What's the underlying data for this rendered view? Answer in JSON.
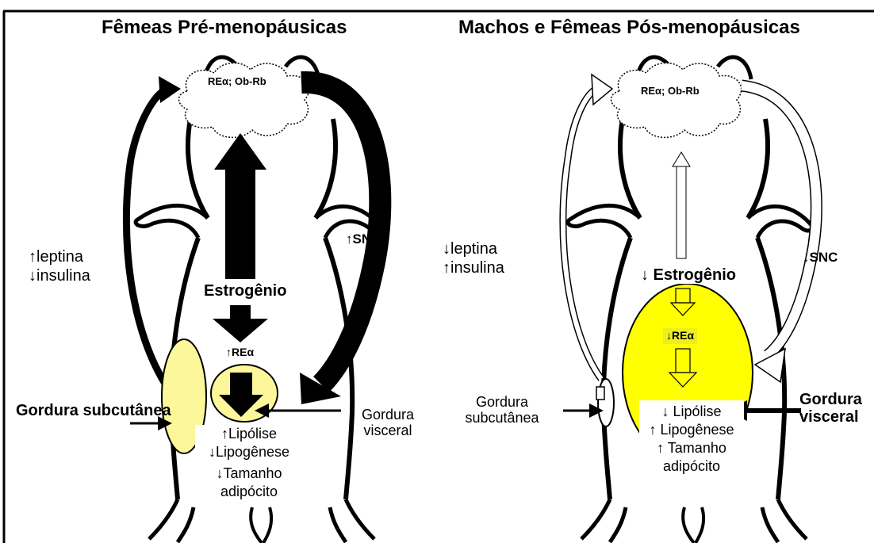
{
  "left_panel": {
    "title": "Fêmeas Pré-menopáusicas",
    "brain_label": "REα; Ob-Rb",
    "hormones": [
      "↑leptina",
      "↓insulina"
    ],
    "snc": "↑SNC",
    "estrogen": "Estrogênio",
    "receptor": "↑REα",
    "subcutaneous": "Gordura subcutânea",
    "visceral": "Gordura visceral",
    "effects": [
      "↑Lipólise",
      "↓Lipogênese",
      "↓Tamanho adipócito"
    ]
  },
  "right_panel": {
    "title": "Machos e Fêmeas Pós-menopáusicas",
    "brain_label": "REα; Ob-Rb",
    "hormones": [
      "↓leptina",
      "↑insulina"
    ],
    "snc": "↓SNC",
    "estrogen": "↓ Estrogênio",
    "receptor": "↓REα",
    "subcutaneous": "Gordura subcutânea",
    "visceral": "Gordura visceral",
    "effects": [
      "↓ Lipólise",
      "↑ Lipogênese",
      "↑ Tamanho adipócito"
    ]
  },
  "colors": {
    "fat_pale": "#fbf79a",
    "fat_bright": "#ffff00",
    "ink": "#000000"
  }
}
